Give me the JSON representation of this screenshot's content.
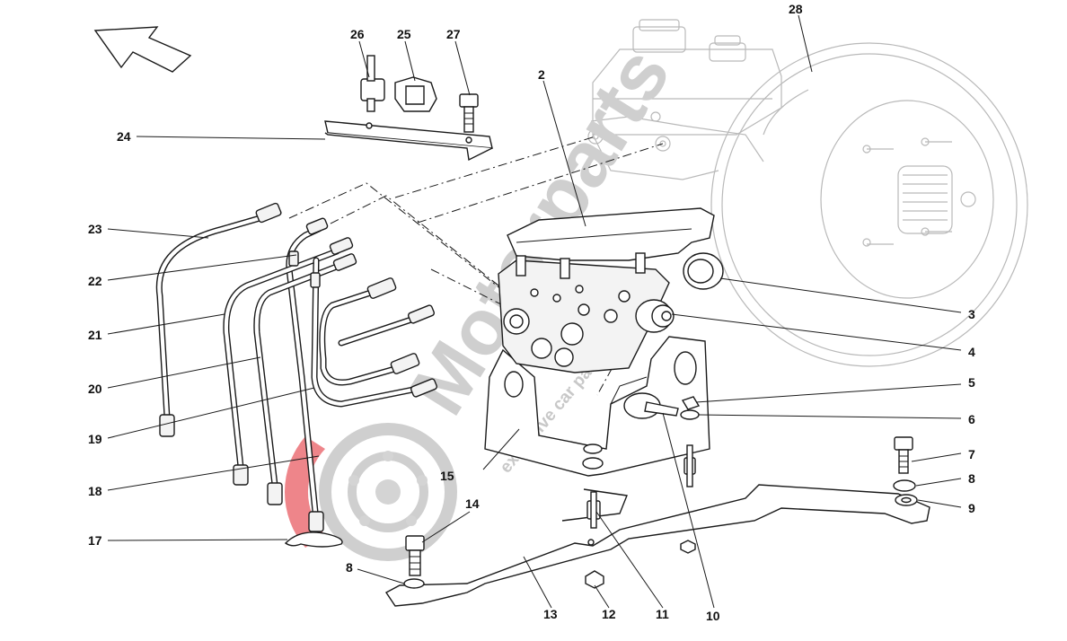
{
  "diagram": {
    "type": "exploded-parts-diagram",
    "callouts": [
      {
        "id": "c2",
        "label": "2"
      },
      {
        "id": "c3",
        "label": "3"
      },
      {
        "id": "c4",
        "label": "4"
      },
      {
        "id": "c5",
        "label": "5"
      },
      {
        "id": "c6",
        "label": "6"
      },
      {
        "id": "c7",
        "label": "7"
      },
      {
        "id": "c8a",
        "label": "8"
      },
      {
        "id": "c8b",
        "label": "8"
      },
      {
        "id": "c9",
        "label": "9"
      },
      {
        "id": "c10",
        "label": "10"
      },
      {
        "id": "c11",
        "label": "11"
      },
      {
        "id": "c12",
        "label": "12"
      },
      {
        "id": "c13",
        "label": "13"
      },
      {
        "id": "c14",
        "label": "14"
      },
      {
        "id": "c15",
        "label": "15"
      },
      {
        "id": "c17",
        "label": "17"
      },
      {
        "id": "c18",
        "label": "18"
      },
      {
        "id": "c19",
        "label": "19"
      },
      {
        "id": "c20",
        "label": "20"
      },
      {
        "id": "c21",
        "label": "21"
      },
      {
        "id": "c22",
        "label": "22"
      },
      {
        "id": "c23",
        "label": "23"
      },
      {
        "id": "c24",
        "label": "24"
      },
      {
        "id": "c25",
        "label": "25"
      },
      {
        "id": "c26",
        "label": "26"
      },
      {
        "id": "c27",
        "label": "27"
      },
      {
        "id": "c28",
        "label": "28"
      }
    ]
  },
  "watermark": {
    "brand": "Motorparts",
    "tagline": "exclusive car parts specialist",
    "color": "#cfcfcf",
    "accent_color": "#e0202a"
  }
}
